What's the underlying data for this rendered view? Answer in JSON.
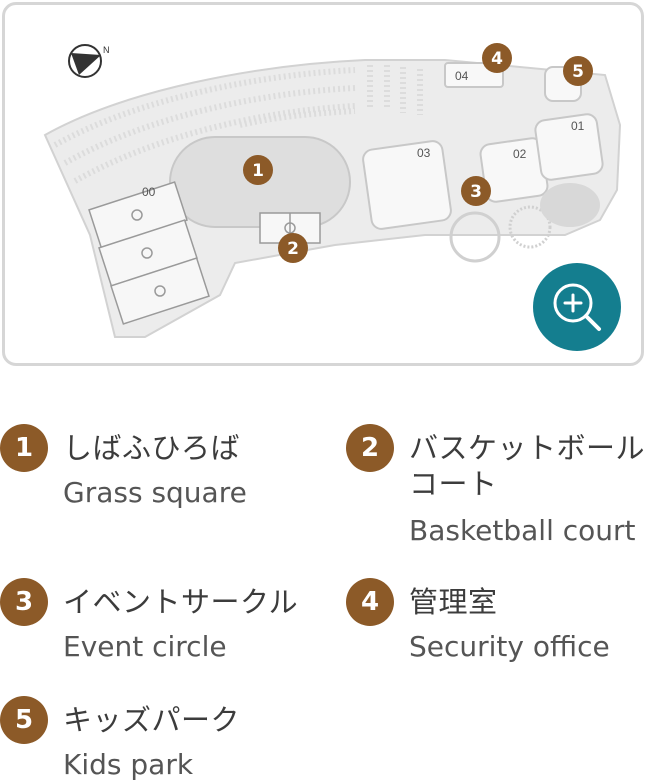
{
  "map": {
    "zone_labels": [
      "00",
      "01",
      "02",
      "03",
      "04"
    ],
    "compass": "N",
    "markers": [
      "1",
      "2",
      "3",
      "4",
      "5"
    ],
    "zoom_icon": "zoom-in-icon",
    "colors": {
      "marker": "#8c5a28",
      "zoom": "#147e8f",
      "ground": "#eaeaea"
    }
  },
  "legend": [
    {
      "num": "1",
      "ja": "しばふひろば",
      "en": "Grass square"
    },
    {
      "num": "2",
      "ja": "バスケットボールコート",
      "en": "Basketball court"
    },
    {
      "num": "3",
      "ja": "イベントサークル",
      "en": "Event circle"
    },
    {
      "num": "4",
      "ja": "管理室",
      "en": "Security office"
    },
    {
      "num": "5",
      "ja": "キッズパーク",
      "en": "Kids park"
    }
  ]
}
